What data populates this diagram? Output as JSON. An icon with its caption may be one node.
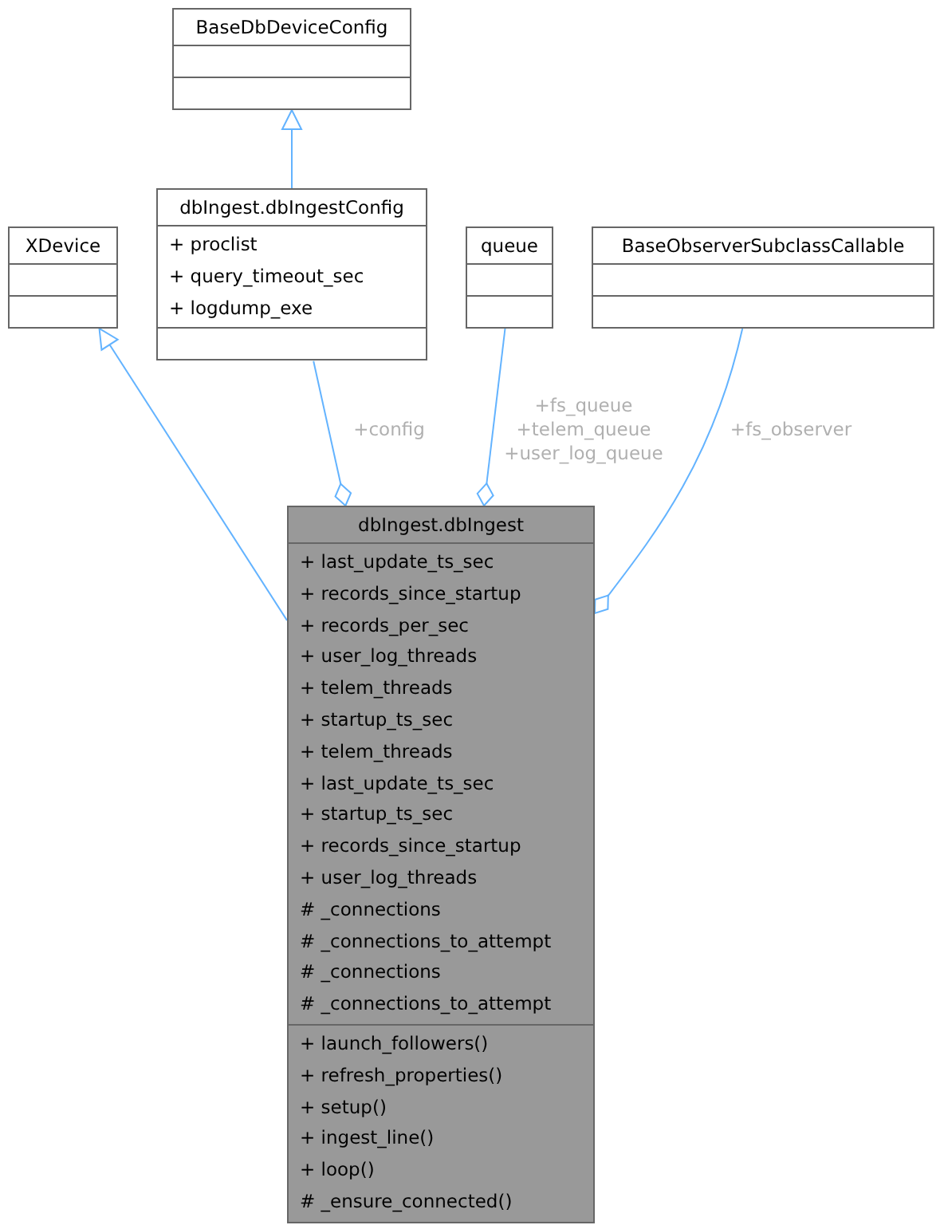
{
  "diagram": {
    "nodes": [
      {
        "text": [
          "BaseDbDeviceConfig"
        ]
      },
      {
        "text": [],
        "shape": "box",
        "in": 0
      },
      {
        "text": [],
        "shape": "box",
        "in": 0
      },
      {
        "text": [
          "XDevice"
        ]
      },
      {
        "text": [],
        "shape": "box",
        "in": 3
      },
      {
        "text": [],
        "shape": "box",
        "in": 3
      },
      {
        "text": [
          "dbIngest.dbIngestConfig"
        ]
      },
      {
        "text": [
          "+ proclist",
          "+ query_timeout_sec",
          "+ logdump_exe"
        ],
        "in": 6
      },
      {
        "text": [],
        "shape": "box",
        "in": 6
      },
      {
        "text": [
          "queue"
        ]
      },
      {
        "text": [],
        "shape": "box",
        "in": 9
      },
      {
        "text": [],
        "shape": "box",
        "in": 9
      },
      {
        "text": [
          "BaseObserverSubclassCallable"
        ]
      },
      {
        "text": [],
        "shape": "box",
        "in": 12
      },
      {
        "text": [],
        "shape": "box",
        "in": 12
      },
      {
        "text": [
          "dbIngest.dbIngest"
        ]
      },
      {
        "text": [
          "+ last_update_ts_sec",
          "+ records_since_startup",
          "+ records_per_sec",
          "+ user_log_threads",
          "+ telem_threads",
          "+ startup_ts_sec",
          "+ telem_threads",
          "+ last_update_ts_sec",
          "+ startup_ts_sec",
          "+ records_since_startup",
          "+ user_log_threads",
          "# _connections",
          "# _connections_to_attempt",
          "# _connections",
          "# _connections_to_attempt"
        ],
        "in": 15
      },
      {
        "text": [
          "+ launch_followers()",
          "+ refresh_properties()",
          "+ setup()",
          "+ ingest_line()",
          "+ loop()",
          "# _ensure_connected()"
        ],
        "in": 15
      }
    ],
    "edges": [
      {
        "from": 6,
        "to": 0,
        "arrow": "to"
      },
      {
        "from": 15,
        "to": 3,
        "arrow": "to"
      },
      {
        "from": 6,
        "to": 15,
        "arrow": "other",
        "label": "+config"
      },
      {
        "from": 9,
        "to": 15,
        "arrow": "other",
        "label": "+fs_queue +telem_queue +user_log_queue"
      },
      {
        "from": 12,
        "to": 15,
        "arrow": "other",
        "label": "+fs_observer"
      }
    ]
  }
}
